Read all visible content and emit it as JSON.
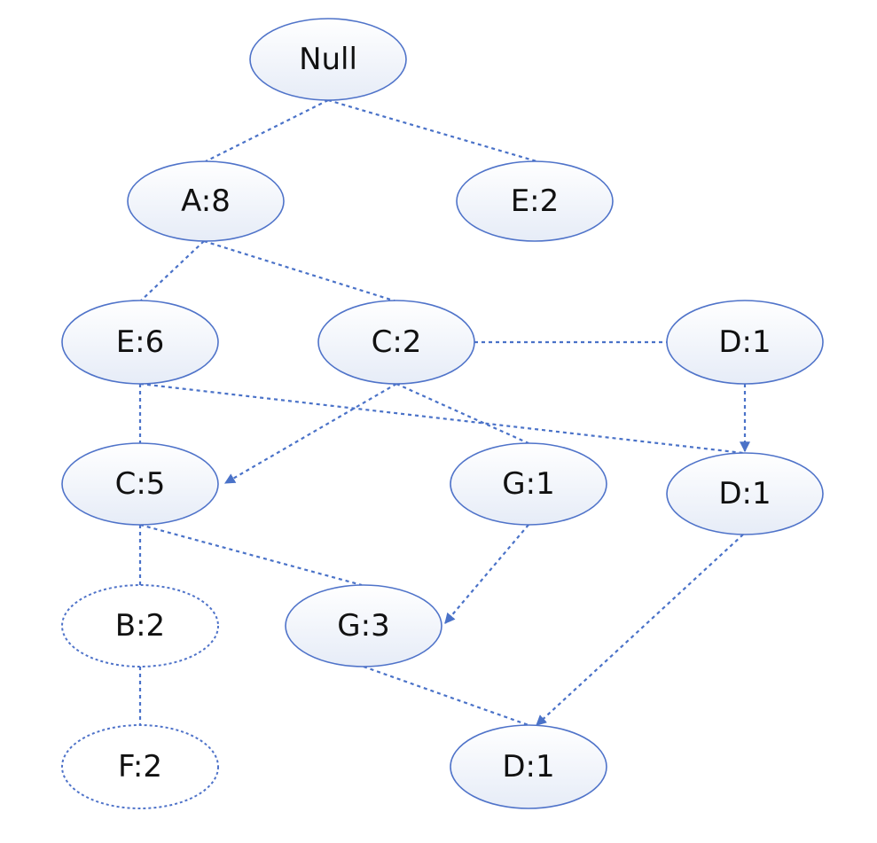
{
  "diagram": {
    "nodes": [
      {
        "id": "n_null",
        "label": "Null"
      },
      {
        "id": "n_a8",
        "label": "A:8"
      },
      {
        "id": "n_e2",
        "label": "E:2"
      },
      {
        "id": "n_e6",
        "label": "E:6"
      },
      {
        "id": "n_c2",
        "label": "C:2"
      },
      {
        "id": "n_d1a",
        "label": "D:1"
      },
      {
        "id": "n_c5",
        "label": "C:5"
      },
      {
        "id": "n_g1",
        "label": "G:1"
      },
      {
        "id": "n_d1b",
        "label": "D:1"
      },
      {
        "id": "n_b2",
        "label": "B:2",
        "style": "dotted"
      },
      {
        "id": "n_g3",
        "label": "G:3"
      },
      {
        "id": "n_f2",
        "label": "F:2",
        "style": "dotted"
      },
      {
        "id": "n_d1c",
        "label": "D:1"
      }
    ],
    "edges": [
      {
        "from": "n_null",
        "to": "n_a8"
      },
      {
        "from": "n_null",
        "to": "n_e2"
      },
      {
        "from": "n_a8",
        "to": "n_e6"
      },
      {
        "from": "n_a8",
        "to": "n_c2"
      },
      {
        "from": "n_c2",
        "to": "n_d1a"
      },
      {
        "from": "n_e6",
        "to": "n_c5"
      },
      {
        "from": "n_e6",
        "to": "n_d1b"
      },
      {
        "from": "n_c2",
        "to": "n_g1"
      },
      {
        "from": "n_c2",
        "to": "n_c5",
        "arrow": true
      },
      {
        "from": "n_d1a",
        "to": "n_d1b",
        "arrow": true
      },
      {
        "from": "n_c5",
        "to": "n_b2"
      },
      {
        "from": "n_c5",
        "to": "n_g3"
      },
      {
        "from": "n_g1",
        "to": "n_g3",
        "arrow": true
      },
      {
        "from": "n_b2",
        "to": "n_f2"
      },
      {
        "from": "n_g3",
        "to": "n_d1c"
      },
      {
        "from": "n_d1b",
        "to": "n_d1c",
        "arrow": true
      }
    ]
  },
  "colors": {
    "stroke": "#4f73c9",
    "edge": "#4a72c8",
    "fill_top": "#ffffff",
    "fill_bottom": "#e6ecf7"
  }
}
